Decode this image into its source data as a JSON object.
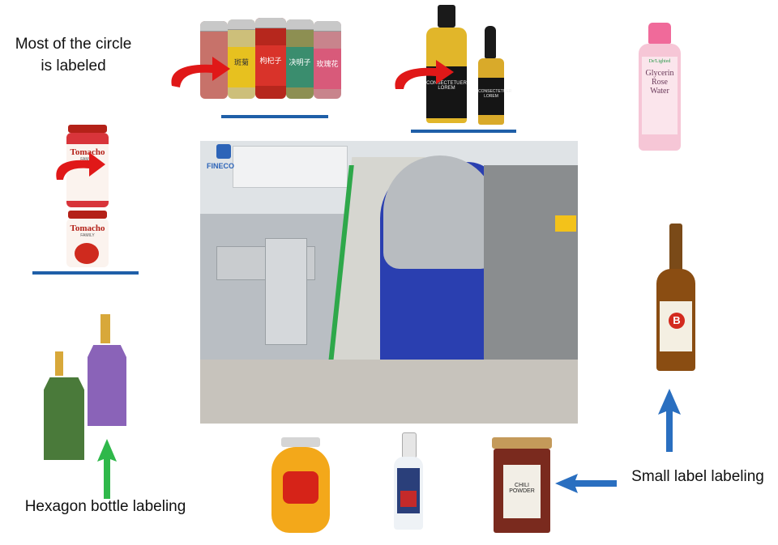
{
  "captions": {
    "circle_line1": "Most of the circle",
    "circle_line2": "is labeled",
    "hexagon": "Hexagon bottle labeling",
    "small_label": "Small label labeling"
  },
  "brand": {
    "logo_text": "FINECO"
  },
  "jar_labels": [
    "斑菊",
    "枸杞子",
    "决明子",
    "玫瑰花"
  ],
  "bottle_label": {
    "line1": "CONSECTETUER",
    "line2": "LOREM"
  },
  "dropper_label": {
    "line1": "CONSECTETUER",
    "line2": "LOREM"
  },
  "rose_water": {
    "brand": "De'Lighted",
    "line1": "Glycerin",
    "line2": "Rose",
    "line3": "Water"
  },
  "tomato_jar": {
    "brand": "Tomacho",
    "sub": "FAMILY"
  },
  "wine": {
    "letter": "B"
  },
  "chili": {
    "line1": "CHILI",
    "line2": "POWDER"
  },
  "colors": {
    "blue_bar": "#1f5fa8",
    "red_arrow": "#e01818",
    "green_arrow": "#2fb84a",
    "blue_arrow": "#2a6fc0"
  }
}
